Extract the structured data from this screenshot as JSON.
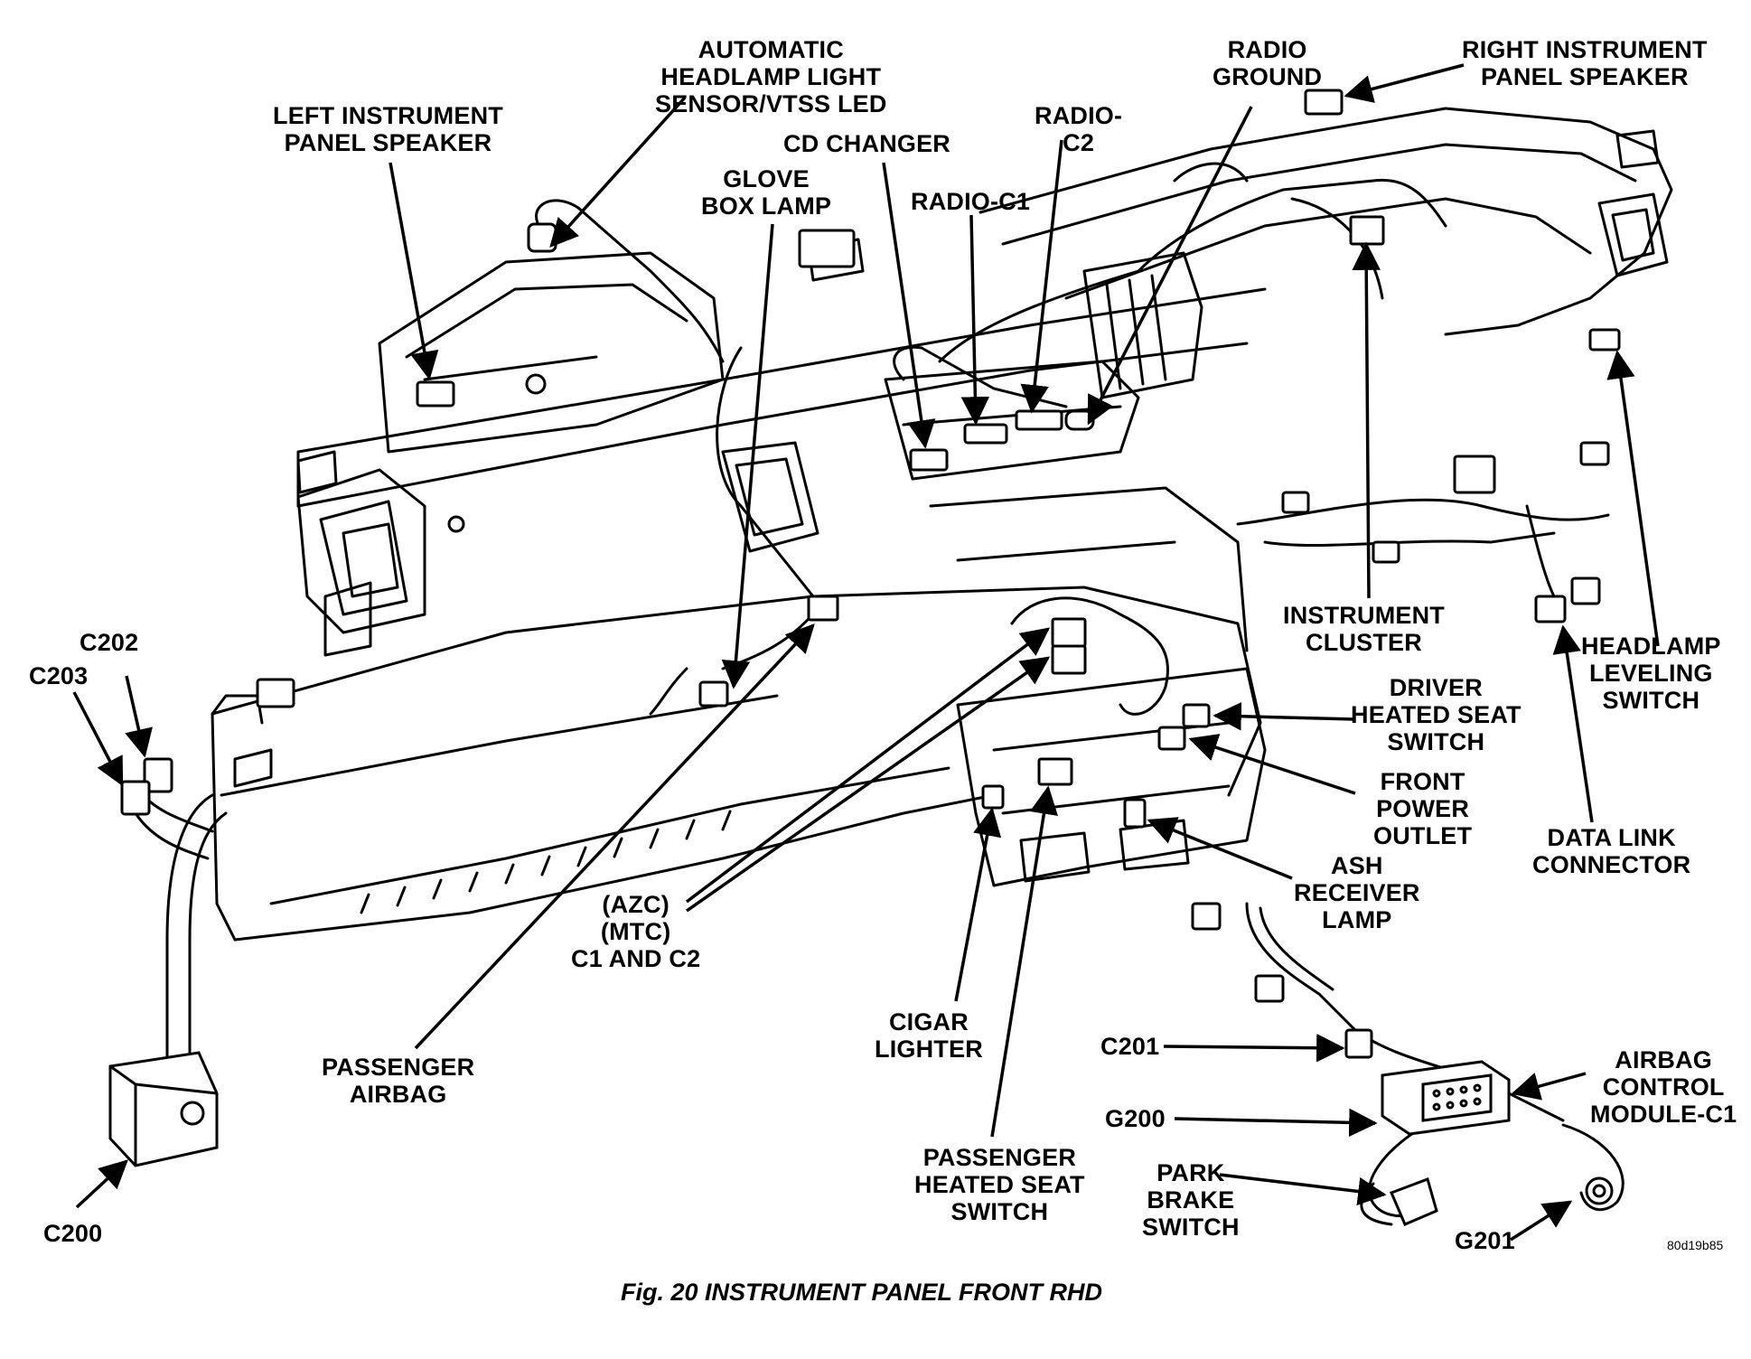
{
  "figure": {
    "caption": "Fig. 20 INSTRUMENT PANEL FRONT RHD",
    "code": "80d19b85"
  },
  "labels": {
    "auto_headlamp": "AUTOMATIC\nHEADLAMP LIGHT\nSENSOR/VTSS LED",
    "radio_ground": "RADIO\nGROUND",
    "right_speaker": "RIGHT INSTRUMENT\nPANEL SPEAKER",
    "left_speaker": "LEFT INSTRUMENT\nPANEL SPEAKER",
    "radio_c2": "RADIO-\nC2",
    "cd_changer": "CD CHANGER",
    "glove_box_lamp": "GLOVE\nBOX LAMP",
    "radio_c1": "RADIO-C1",
    "c202": "C202",
    "c203": "C203",
    "instrument_cluster": "INSTRUMENT\nCLUSTER",
    "headlamp_leveling": "HEADLAMP\nLEVELING\nSWITCH",
    "driver_heated_seat": "DRIVER\nHEATED SEAT\nSWITCH",
    "front_power_outlet": "FRONT\nPOWER\nOUTLET",
    "data_link": "DATA LINK\nCONNECTOR",
    "ash_receiver": "ASH\nRECEIVER\nLAMP",
    "azc_mtc": "(AZC)\n(MTC)\nC1 AND C2",
    "cigar_lighter": "CIGAR\nLIGHTER",
    "c201": "C201",
    "passenger_airbag": "PASSENGER\nAIRBAG",
    "airbag_module": "AIRBAG\nCONTROL\nMODULE-C1",
    "g200": "G200",
    "passenger_heated_seat": "PASSENGER\nHEATED SEAT\nSWITCH",
    "park_brake": "PARK\nBRAKE\nSWITCH",
    "c200": "C200",
    "g201": "G201"
  }
}
